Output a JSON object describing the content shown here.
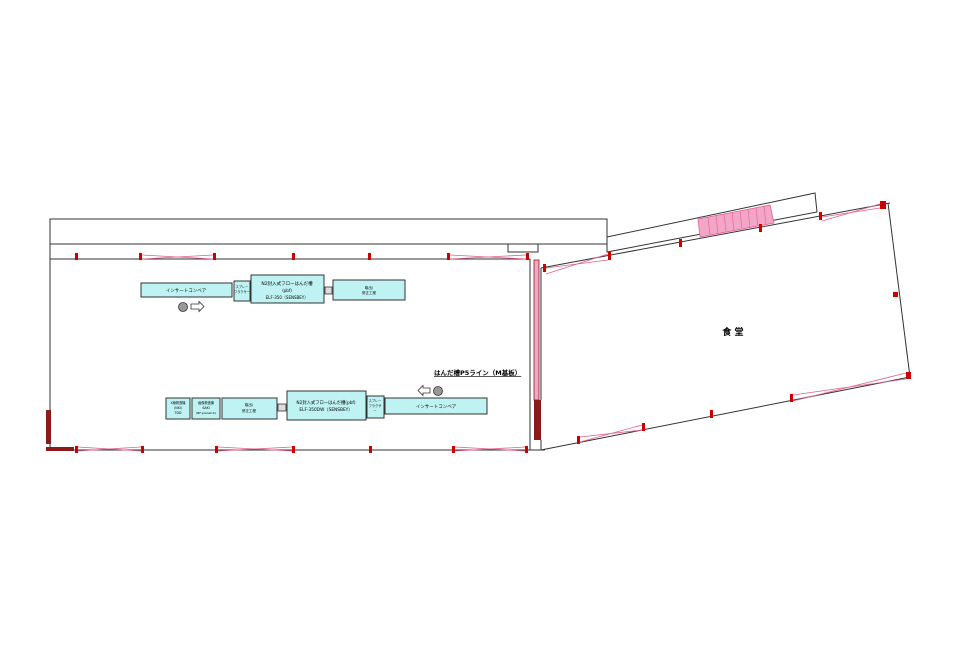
{
  "colors": {
    "wall": "#333333",
    "window": "#cc0000",
    "pink_fill": "#f4a6c8",
    "pink_stroke": "#e0608f",
    "door": "#8b1a1a",
    "equipment_fill": "#bff2f2",
    "equipment_stroke": "#333333"
  },
  "rooms": {
    "canteen_label": "食 堂"
  },
  "line_title": "はんだ槽P5ライン（M基板）",
  "upper_line": {
    "conveyor_label": "インサートコンベア",
    "fluxer_line1": "スプレー",
    "fluxer_line2": "フラクサー",
    "solder_line1": "N2封入式フローはんだ槽",
    "solder_line2": "(pbf)",
    "solder_line3": "ELF-350（SENSBEY）",
    "unload_line1": "取出/",
    "unload_line2": "修正工程"
  },
  "lower_line": {
    "inspect1_line1": "X線検査機",
    "inspect1_line2": "（NXI）",
    "inspect1_line3": "TDD",
    "inspect2_line1": "画像検査機",
    "inspect2_line2": "SAKI",
    "inspect2_line3": "(BF-planet-X)",
    "unload_line1": "取出/",
    "unload_line2": "修正工程",
    "solder_line1": "N2封入式フローはんだ槽(pbf)",
    "solder_line2": "ELF-350DW（SENSBEY）",
    "fluxer_line1": "スプレー",
    "fluxer_line2": "フラクサ",
    "fluxer_line3": "ー",
    "conveyor_label": "インサートコンベア"
  }
}
